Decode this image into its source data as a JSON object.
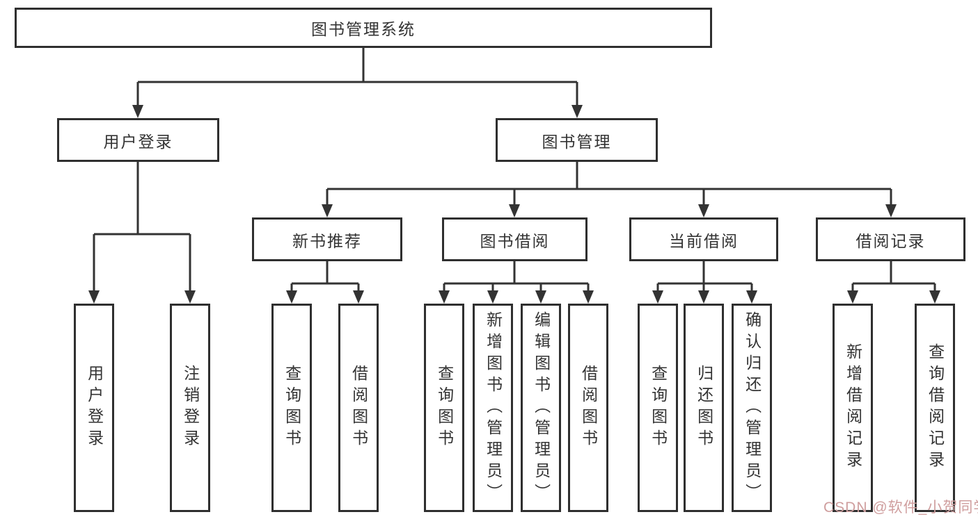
{
  "diagram": {
    "root": {
      "label": "图书管理系统"
    },
    "branches": [
      {
        "label": "用户登录",
        "leaves": [
          {
            "label": "用户登录"
          },
          {
            "label": "注销登录"
          }
        ]
      },
      {
        "label": "图书管理",
        "children": [
          {
            "label": "新书推荐",
            "leaves": [
              {
                "label": "查询图书"
              },
              {
                "label": "借阅图书"
              }
            ]
          },
          {
            "label": "图书借阅",
            "leaves": [
              {
                "label": "查询图书"
              },
              {
                "label": "新增图书（管理员）"
              },
              {
                "label": "编辑图书（管理员）"
              },
              {
                "label": "借阅图书"
              }
            ]
          },
          {
            "label": "当前借阅",
            "leaves": [
              {
                "label": "查询图书"
              },
              {
                "label": "归还图书"
              },
              {
                "label": "确认归还（管理员）"
              }
            ]
          },
          {
            "label": "借阅记录",
            "leaves": [
              {
                "label": "新增借阅记录"
              },
              {
                "label": "查询借阅记录"
              }
            ]
          }
        ]
      }
    ]
  },
  "watermark": {
    "text": "CSDN @软件_小贺同学",
    "color": "#cf9e9e"
  },
  "colors": {
    "line": "#333333",
    "border": "#2f2f2f",
    "text": "#333333",
    "background": "#ffffff"
  }
}
